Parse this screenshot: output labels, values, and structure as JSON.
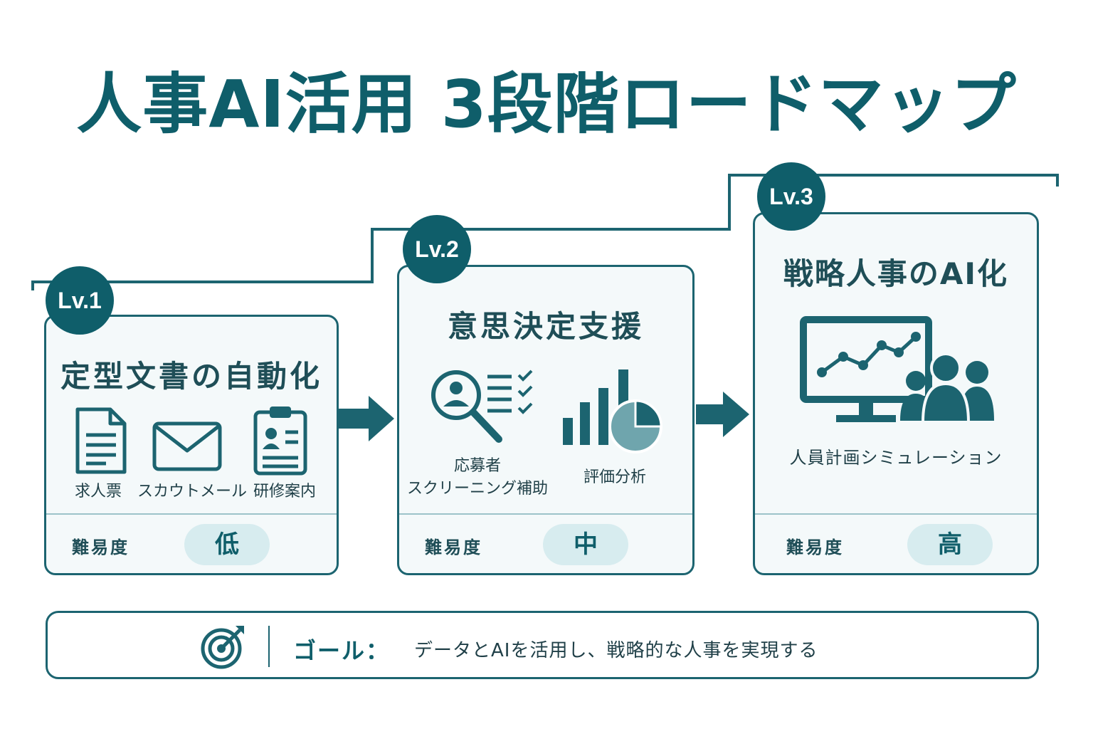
{
  "title": "人事AI活用 3段階ロードマップ",
  "difficulty_label": "難易度",
  "levels": [
    {
      "badge": "Lv.1",
      "title": "定型文書の自動化",
      "items": [
        "求人票",
        "スカウトメール",
        "研修案内"
      ],
      "difficulty": "低"
    },
    {
      "badge": "Lv.2",
      "title": "意思決定支援",
      "items": [
        "応募者\nスクリーニング補助",
        "評価分析"
      ],
      "difficulty": "中"
    },
    {
      "badge": "Lv.3",
      "title": "戦略人事のAI化",
      "items": [
        "人員計画シミュレーション"
      ],
      "difficulty": "高"
    }
  ],
  "goal": {
    "label": "ゴール：",
    "text": "データとAIを活用し、戦略的な人事を実現する"
  },
  "colors": {
    "primary": "#0f5e6a",
    "border": "#1c6470",
    "card_bg": "#f4f9fa",
    "pill_bg": "#d7ecef"
  }
}
